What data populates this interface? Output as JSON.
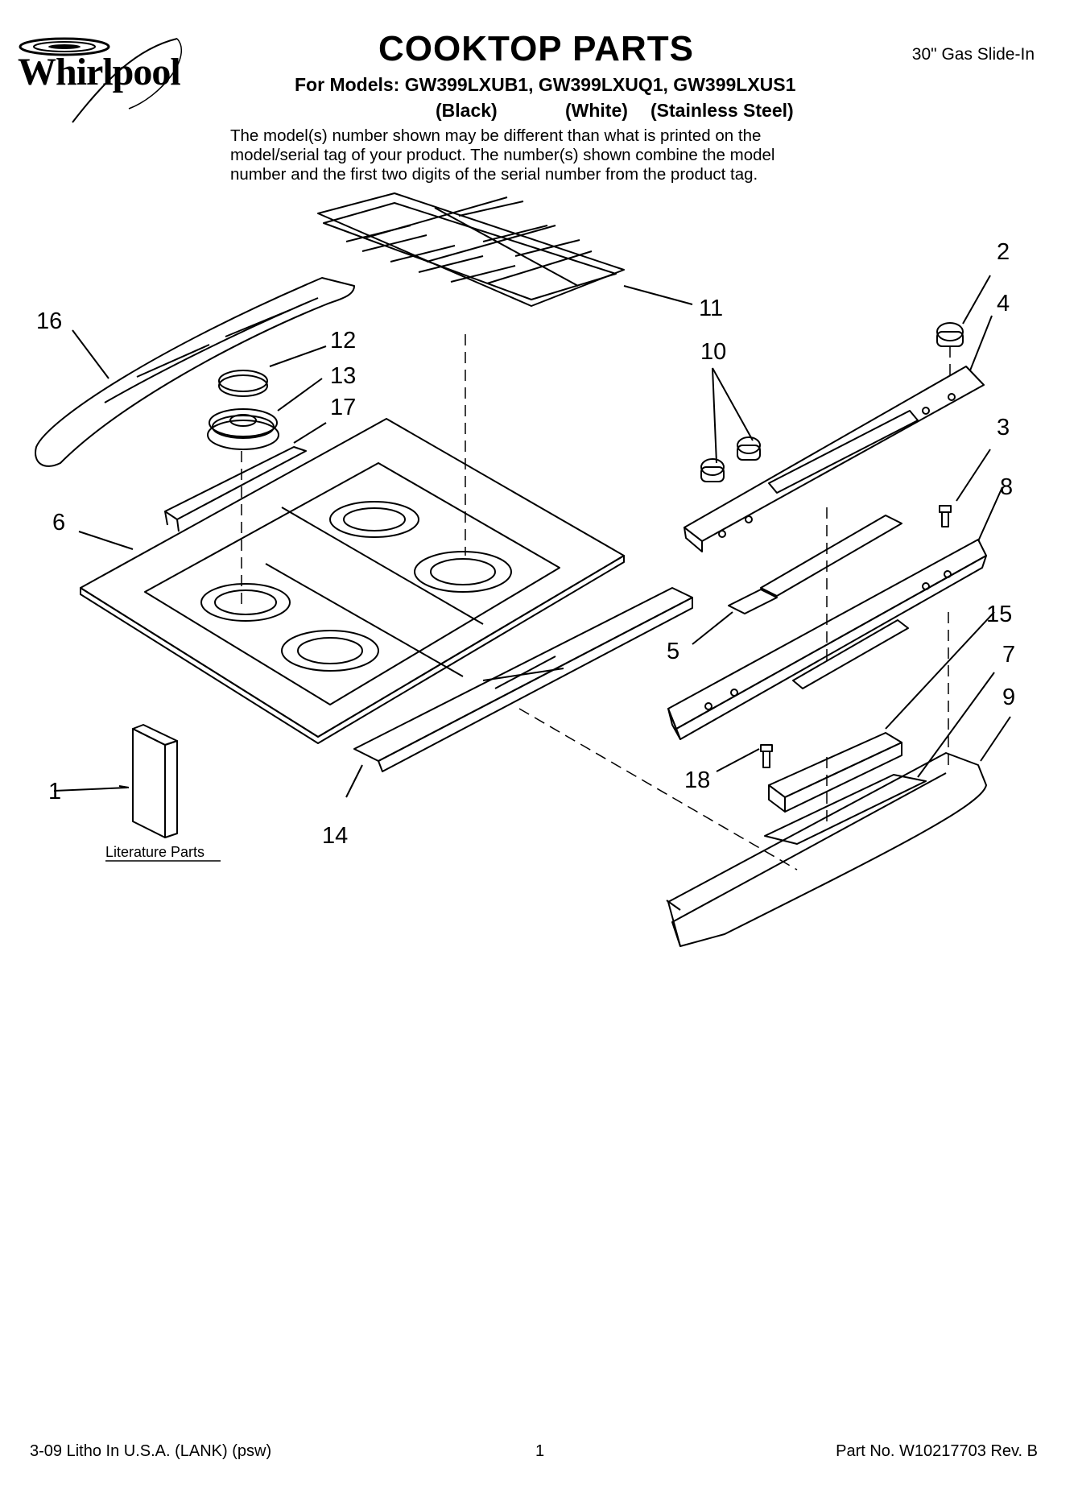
{
  "header": {
    "brand": "Whirlpool",
    "title": "COOKTOP PARTS",
    "category": "30\" Gas Slide-In",
    "models_line": "For Models: GW399LXUB1, GW399LXUQ1, GW399LXUS1",
    "colors": [
      "(Black)",
      "(White)",
      "(Stainless Steel)"
    ],
    "note_lines": [
      "The model(s) number shown may be different than what is printed on the",
      "model/serial tag of your product. The number(s) shown combine the model",
      "number and the first two digits of the serial number from the product tag."
    ]
  },
  "diagram": {
    "callouts": [
      "1",
      "2",
      "3",
      "4",
      "5",
      "6",
      "7",
      "8",
      "9",
      "10",
      "11",
      "12",
      "13",
      "14",
      "15",
      "16",
      "17",
      "18"
    ],
    "literature_label": "Literature Parts"
  },
  "footer": {
    "left": "3-09 Litho In U.S.A. (LANK) (psw)",
    "page": "1",
    "part_no": "Part No. W10217703 Rev. B"
  }
}
